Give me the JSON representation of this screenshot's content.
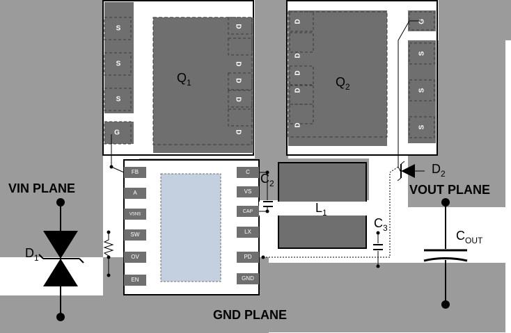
{
  "planes": {
    "vin": "VIN PLANE",
    "vout": "VOUT PLANE",
    "gnd": "GND PLANE"
  },
  "components": {
    "q1": {
      "main": "Q",
      "sub": "1"
    },
    "q2": {
      "main": "Q",
      "sub": "2"
    },
    "l1": {
      "main": "L",
      "sub": "1"
    },
    "c2": {
      "main": "C",
      "sub": "2"
    },
    "c3": {
      "main": "C",
      "sub": "3"
    },
    "d1": {
      "main": "D",
      "sub": "1"
    },
    "d2": {
      "main": "D",
      "sub": "2"
    },
    "cout": {
      "main": "C",
      "sub": "OUT"
    }
  },
  "q1_pads": {
    "source": [
      "S",
      "S",
      "S"
    ],
    "gate": "G",
    "drain": [
      "D",
      "D",
      "D",
      "D",
      "D"
    ]
  },
  "q2_pads": {
    "drain": [
      "D",
      "D",
      "D",
      "D",
      "D"
    ],
    "gate": "G",
    "source": [
      "S",
      "S",
      "S"
    ]
  },
  "ic_pins": {
    "left": [
      "FB",
      "A",
      "VSNS",
      "SW",
      "OV",
      "EN"
    ],
    "right": [
      "C",
      "VS",
      "CAP",
      "LX",
      "PD",
      "GND"
    ]
  },
  "colors": {
    "plane": "#9b9b9b",
    "pad": "#6f6f6f",
    "ic_body": "#c4d0e0",
    "outline": "#000000",
    "white": "#ffffff"
  }
}
